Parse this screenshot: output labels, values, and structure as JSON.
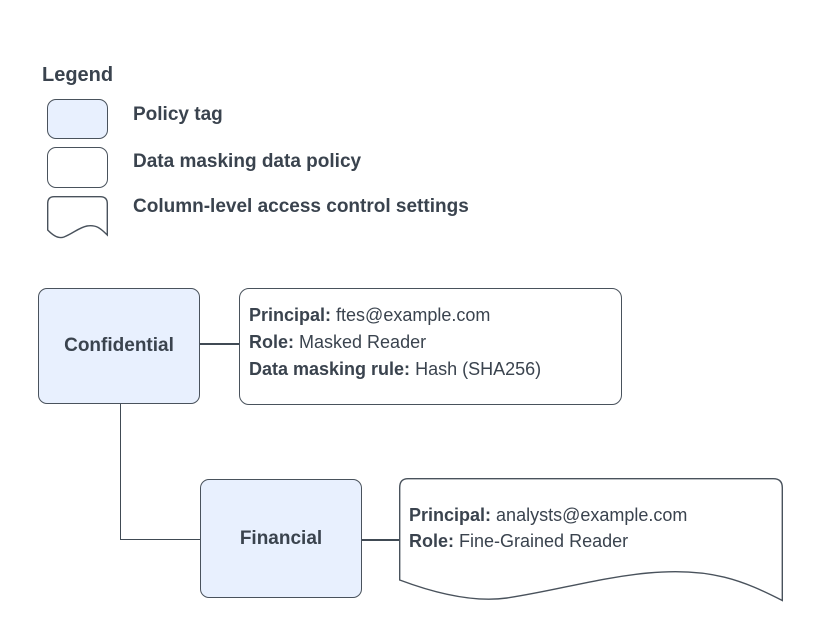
{
  "colors": {
    "policy_tag_fill": "#E8F0FE",
    "shape_stroke": "#49525C",
    "connector": "#404A54",
    "text": "#3A434E",
    "background": "#FFFFFF"
  },
  "legend": {
    "title": "Legend",
    "items": [
      {
        "swatch": "policy-tag-swatch",
        "label": "Policy tag"
      },
      {
        "swatch": "data-masking-policy-swatch",
        "label": "Data masking data policy"
      },
      {
        "swatch": "column-access-document-swatch",
        "label": "Column-level access control settings"
      }
    ]
  },
  "diagram": {
    "policy_tags": [
      {
        "label": "Confidential"
      },
      {
        "label": "Financial"
      }
    ],
    "data_masking_policy": {
      "fields": [
        {
          "label": "Principal:",
          "value": "ftes@example.com"
        },
        {
          "label": "Role:",
          "value": "Masked Reader"
        },
        {
          "label": "Data masking rule:",
          "value": "Hash (SHA256)"
        }
      ]
    },
    "column_access_settings": {
      "fields": [
        {
          "label": "Principal:",
          "value": "analysts@example.com"
        },
        {
          "label": "Role:",
          "value": "Fine-Grained Reader"
        }
      ]
    }
  }
}
